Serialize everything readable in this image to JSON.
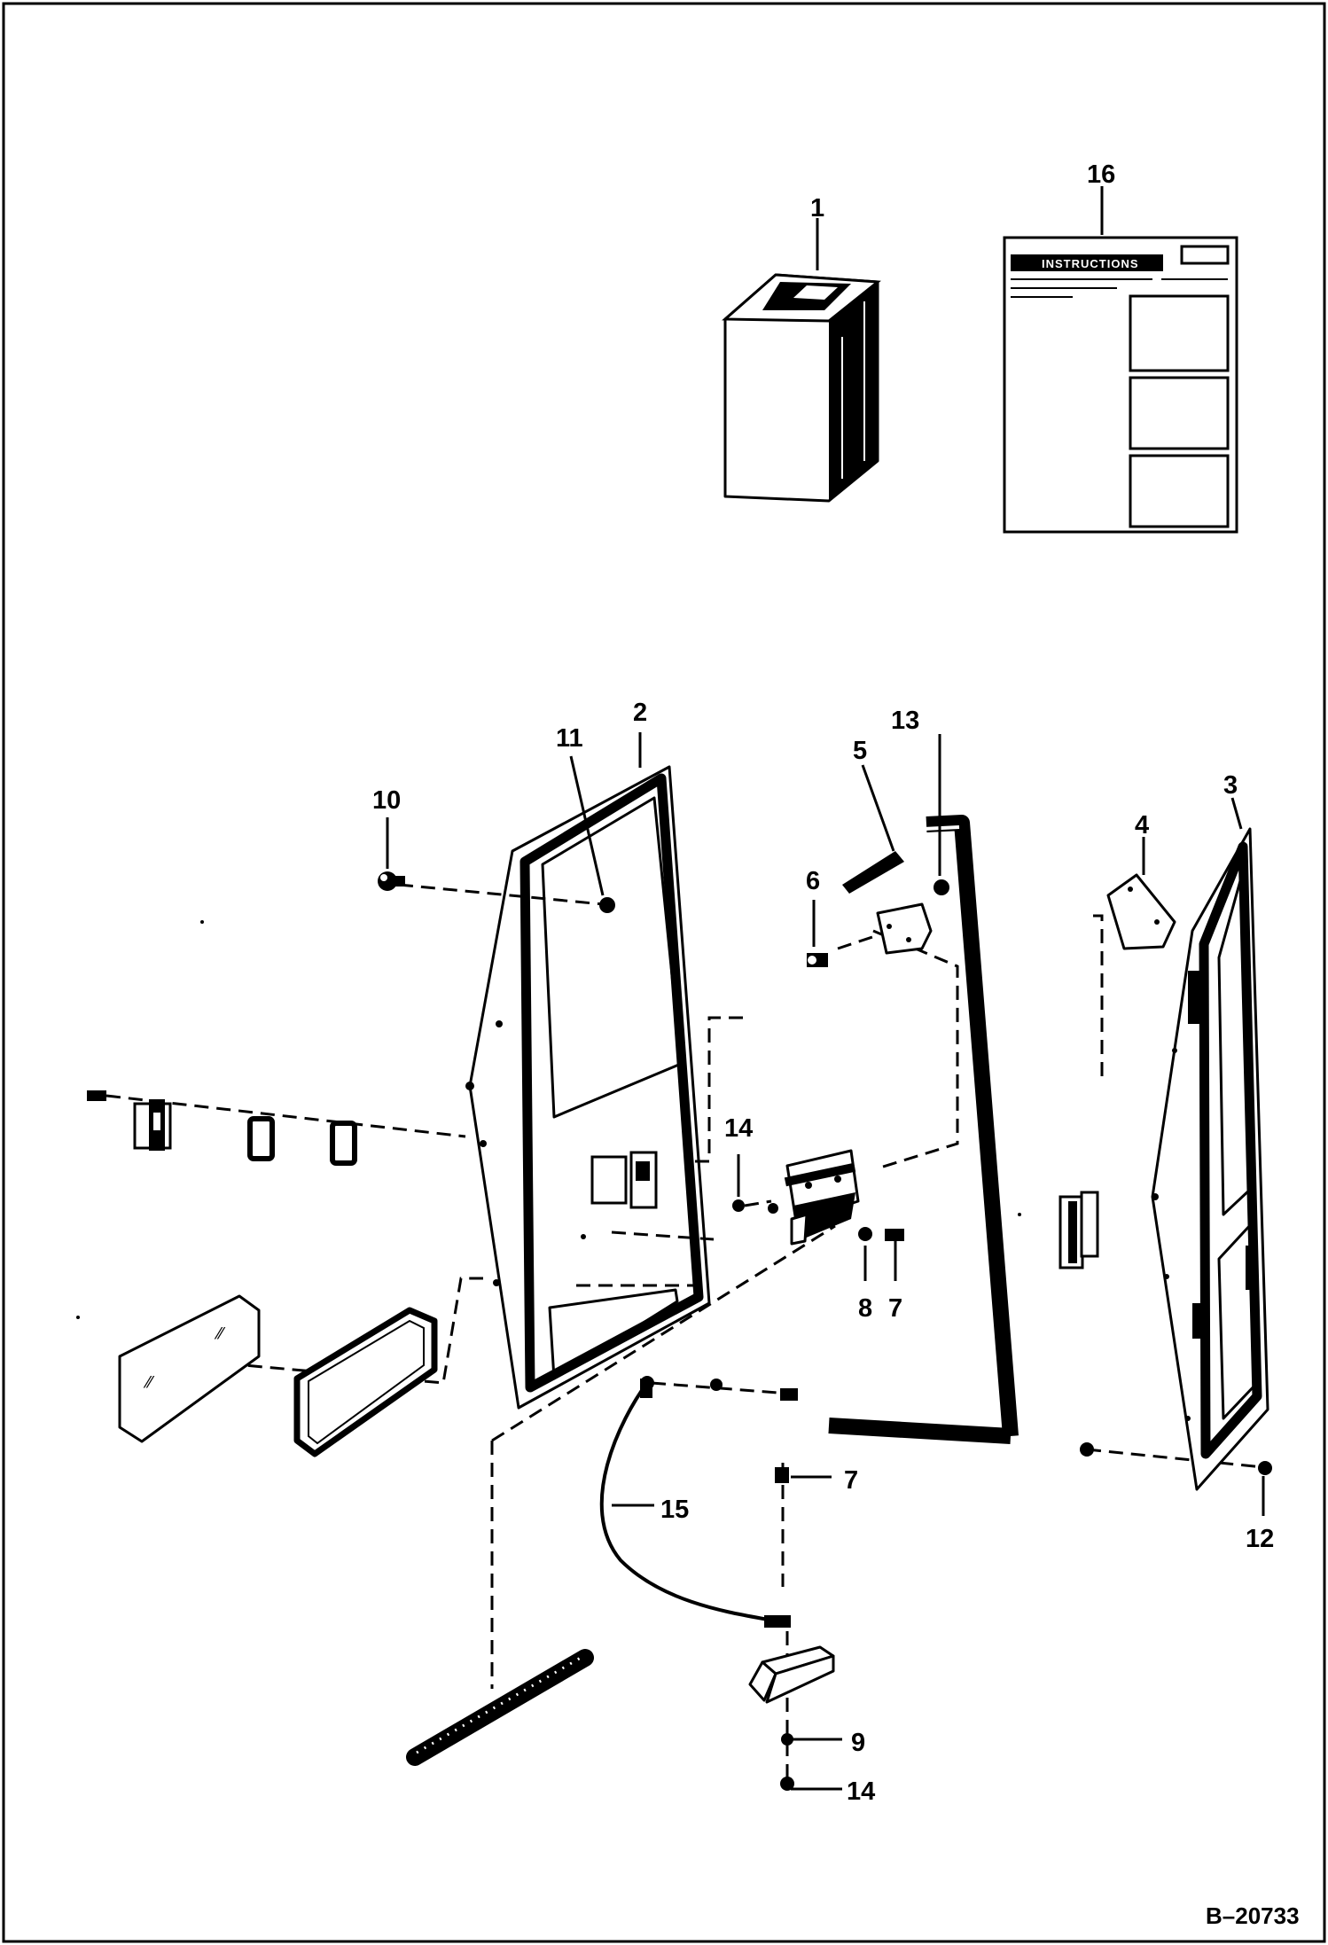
{
  "diagram": {
    "callouts": [
      "1",
      "16",
      "2",
      "11",
      "10",
      "5",
      "13",
      "6",
      "4",
      "3",
      "14",
      "8",
      "7",
      "7",
      "15",
      "9",
      "14",
      "12"
    ],
    "instruction_sheet_title": "INSTRUCTIONS",
    "figure_number": "B–20733"
  }
}
